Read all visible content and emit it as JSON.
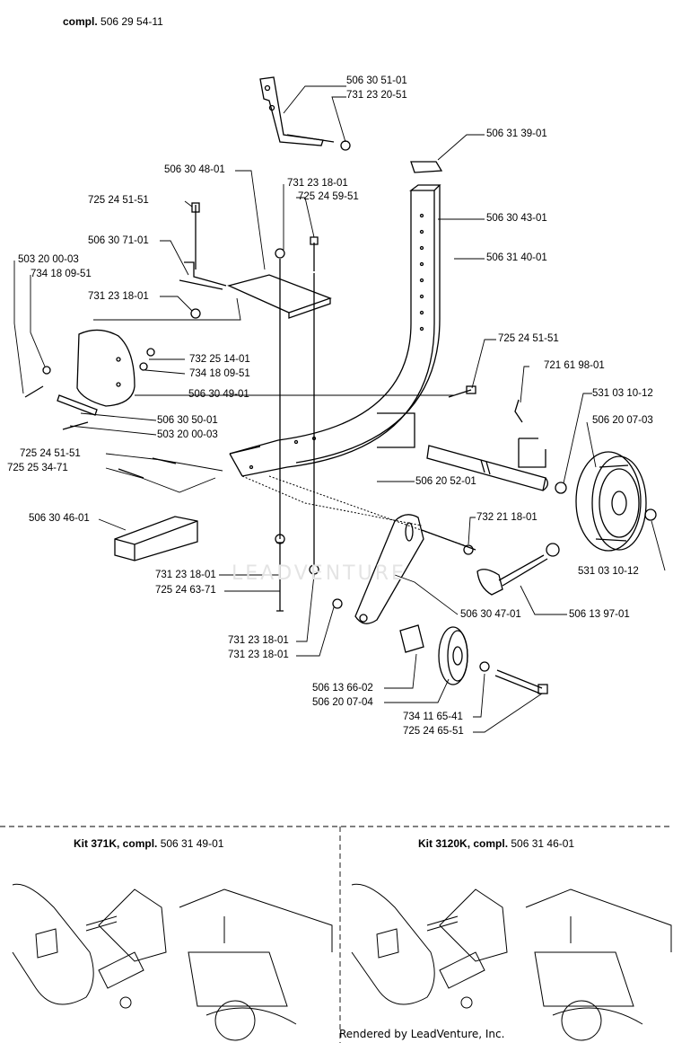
{
  "header": {
    "prefix": "compl.",
    "number": "506 29 54-11"
  },
  "parts": {
    "p1": "506 30 51-01",
    "p2": "731 23 20-51",
    "p3": "506 31 39-01",
    "p4": "506 30 48-01",
    "p5": "731 23 18-01",
    "p6": "725 24 59-51",
    "p7": "725 24 51-51",
    "p8": "506 30 43-01",
    "p9": "506 30 71-01",
    "p10": "506 31 40-01",
    "p11": "503 20 00-03",
    "p12": "734 18 09-51",
    "p13": "731 23 18-01",
    "p14": "725 24 51-51",
    "p15": "732 25 14-01",
    "p16": "734 18 09-51",
    "p17": "721 61 98-01",
    "p18": "506 30 49-01",
    "p19": "531 03 10-12",
    "p20": "506 20 07-03",
    "p21": "506 30 50-01",
    "p22": "503 20 00-03",
    "p23": "725 24 51-51",
    "p24": "725 25 34-71",
    "p25": "506 20 52-01",
    "p26": "506 30 46-01",
    "p27": "732 21 18-01",
    "p28": "731 23 18-01",
    "p29": "725 24 63-71",
    "p30": "531 03 10-12",
    "p31": "506 30 47-01",
    "p32": "506 13 97-01",
    "p33": "731 23 18-01",
    "p34": "731 23 18-01",
    "p35": "506 13 66-02",
    "p36": "506 20 07-04",
    "p37": "734 11 65-41",
    "p38": "725 24 65-51"
  },
  "kits": [
    {
      "name": "Kit 371K, compl.",
      "number": "506 31 49-01"
    },
    {
      "name": "Kit 3120K, compl.",
      "number": "506 31 46-01"
    }
  ],
  "watermark": "LEADVENTURE",
  "footer": "Rendered by LeadVenture, Inc."
}
